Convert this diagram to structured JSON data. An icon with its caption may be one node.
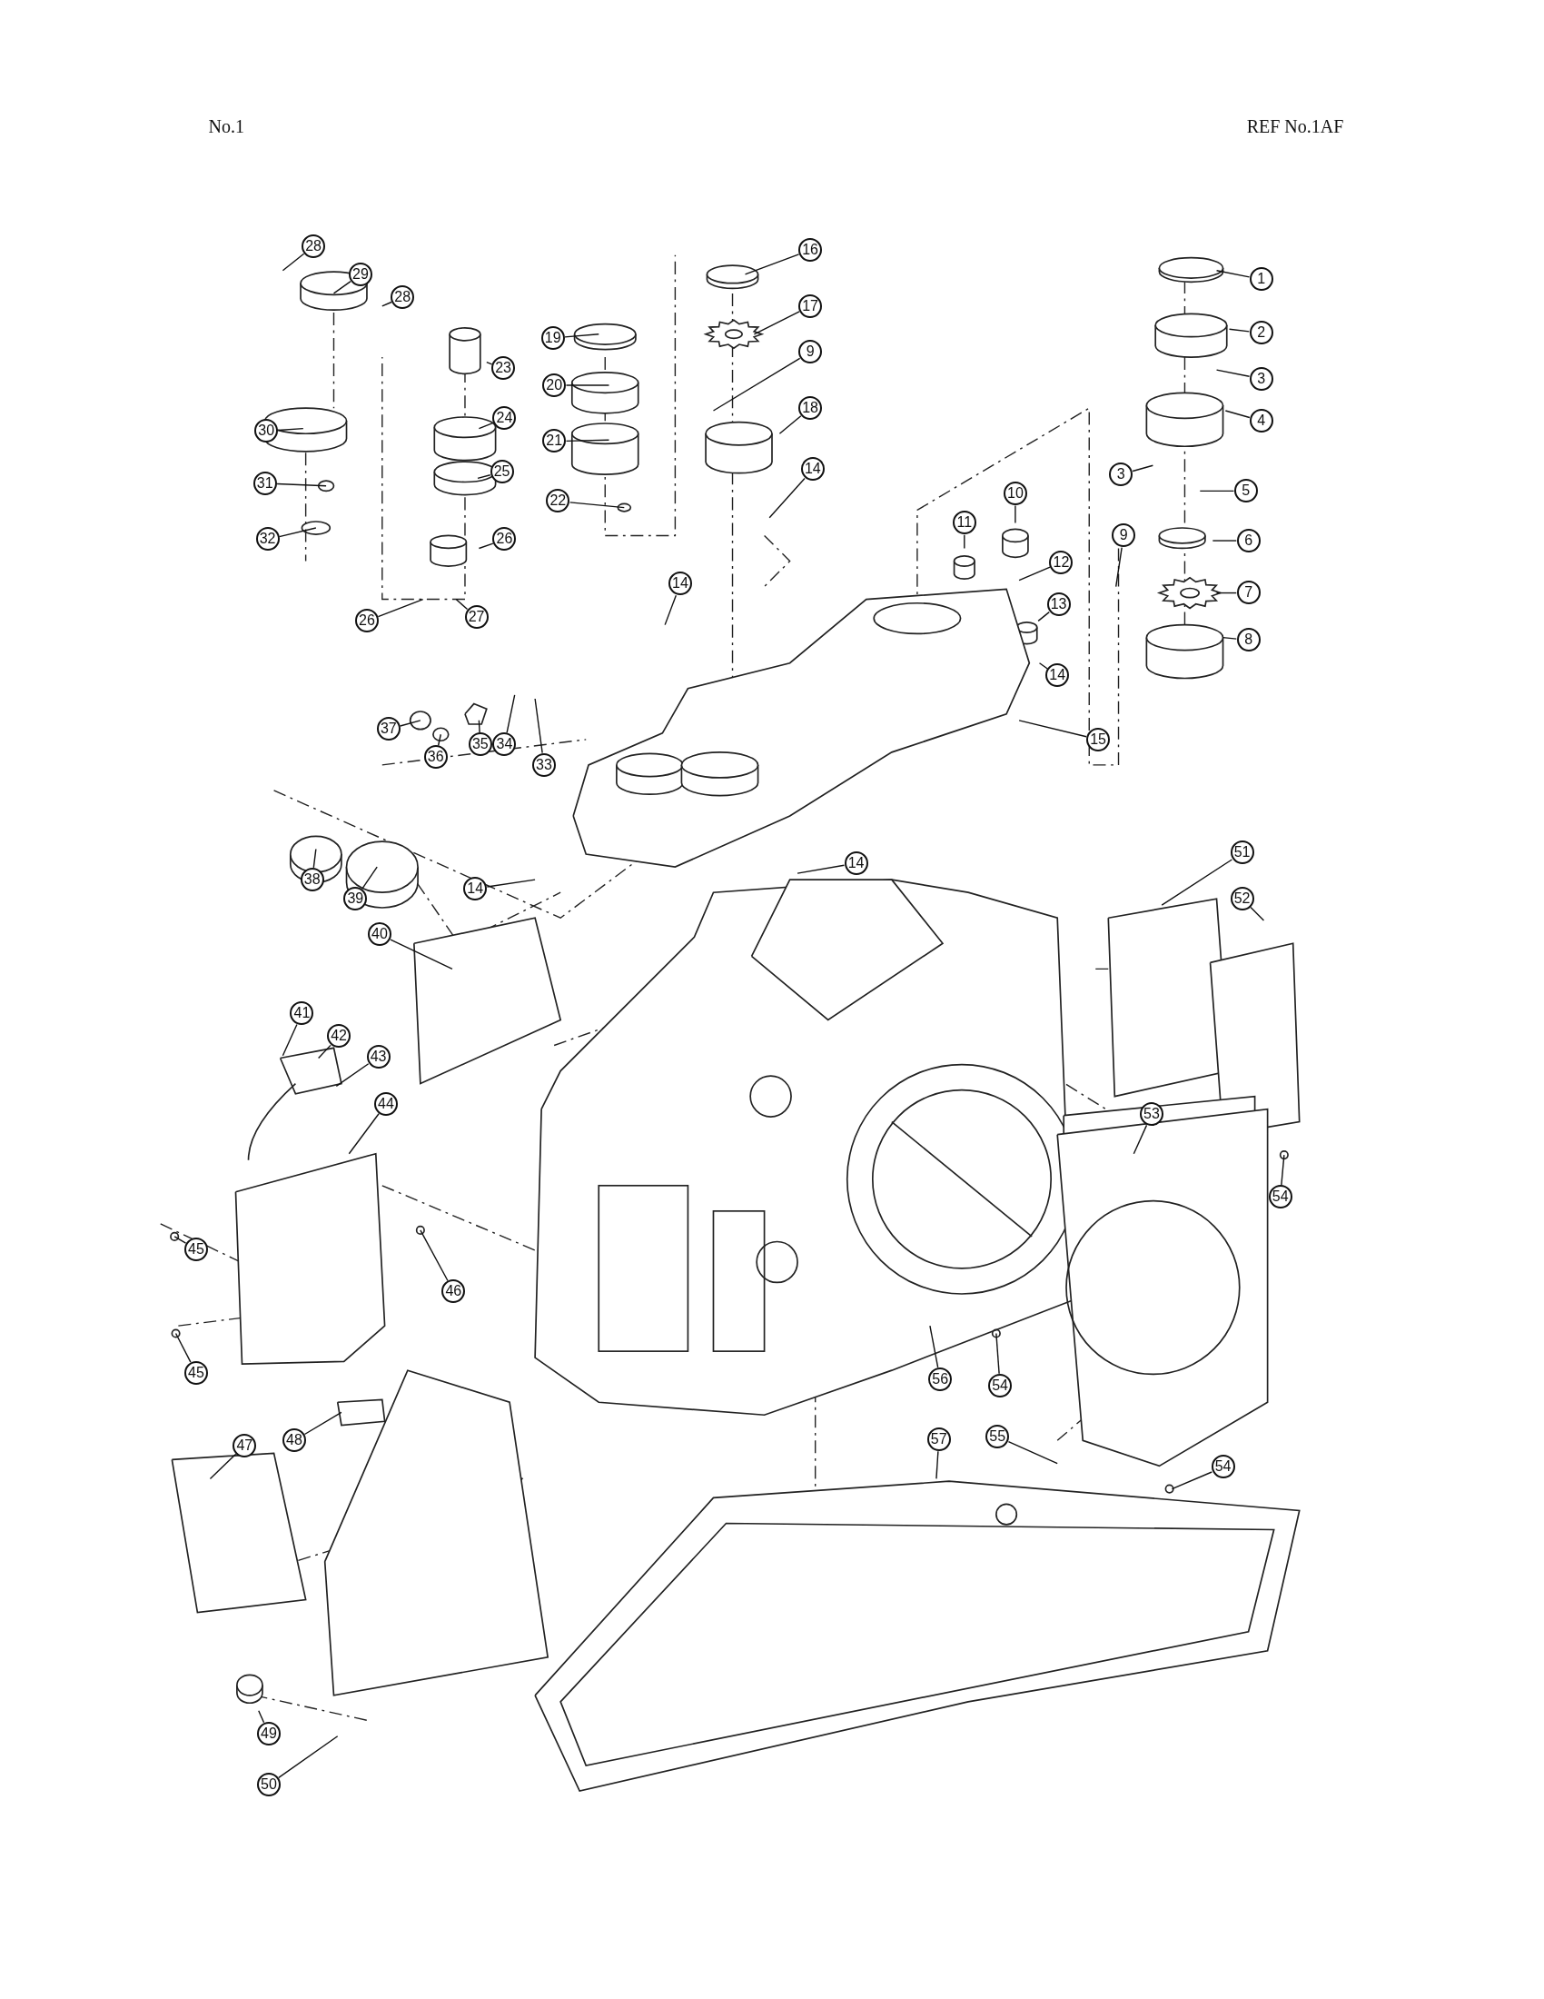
{
  "diagram": {
    "nodes": [
      {
        "text": [
          "28"
        ]
      },
      {
        "text": [
          "16"
        ]
      },
      {
        "text": [
          "29"
        ]
      },
      {
        "text": [
          "1"
        ]
      },
      {
        "text": [
          "28"
        ]
      },
      {
        "text": [
          "17"
        ]
      },
      {
        "text": [
          "2"
        ]
      },
      {
        "text": [
          "19"
        ]
      },
      {
        "text": [
          "9"
        ]
      },
      {
        "text": [
          "23"
        ]
      },
      {
        "text": [
          "3"
        ]
      },
      {
        "text": [
          "20"
        ]
      },
      {
        "text": [
          "18"
        ]
      },
      {
        "text": [
          "24"
        ]
      },
      {
        "text": [
          "4"
        ]
      },
      {
        "text": [
          "30"
        ]
      },
      {
        "text": [
          "21"
        ]
      },
      {
        "text": [
          "14"
        ]
      },
      {
        "text": [
          "25"
        ]
      },
      {
        "text": [
          "3"
        ]
      },
      {
        "text": [
          "31"
        ]
      },
      {
        "text": [
          "5"
        ]
      },
      {
        "text": [
          "10"
        ]
      },
      {
        "text": [
          "22"
        ]
      },
      {
        "text": [
          "11"
        ]
      },
      {
        "text": [
          "9"
        ]
      },
      {
        "text": [
          "32"
        ]
      },
      {
        "text": [
          "26"
        ]
      },
      {
        "text": [
          "6"
        ]
      },
      {
        "text": [
          "12"
        ]
      },
      {
        "text": [
          "14"
        ]
      },
      {
        "text": [
          "7"
        ]
      },
      {
        "text": [
          "13"
        ]
      },
      {
        "text": [
          "27"
        ]
      },
      {
        "text": [
          "26"
        ]
      },
      {
        "text": [
          "8"
        ]
      },
      {
        "text": [
          "14"
        ]
      },
      {
        "text": [
          "37"
        ]
      },
      {
        "text": [
          "15"
        ]
      },
      {
        "text": [
          "35"
        ]
      },
      {
        "text": [
          "34"
        ]
      },
      {
        "text": [
          "36"
        ]
      },
      {
        "text": [
          "33"
        ]
      },
      {
        "text": [
          "51"
        ]
      },
      {
        "text": [
          "14"
        ]
      },
      {
        "text": [
          "38"
        ]
      },
      {
        "text": [
          "14"
        ]
      },
      {
        "text": [
          "39"
        ]
      },
      {
        "text": [
          "52"
        ]
      },
      {
        "text": [
          "40"
        ]
      },
      {
        "text": [
          "41"
        ]
      },
      {
        "text": [
          "42"
        ]
      },
      {
        "text": [
          "43"
        ]
      },
      {
        "text": [
          "44"
        ]
      },
      {
        "text": [
          "53"
        ]
      },
      {
        "text": [
          "54"
        ]
      },
      {
        "text": [
          "45"
        ]
      },
      {
        "text": [
          "46"
        ]
      },
      {
        "text": [
          "45"
        ]
      },
      {
        "text": [
          "56"
        ]
      },
      {
        "text": [
          "54"
        ]
      },
      {
        "text": [
          "55"
        ]
      },
      {
        "text": [
          "57"
        ]
      },
      {
        "text": [
          "48"
        ]
      },
      {
        "text": [
          "47"
        ]
      },
      {
        "text": [
          "54"
        ]
      },
      {
        "text": [
          "49"
        ]
      },
      {
        "text": [
          "50"
        ]
      }
    ],
    "edges": [
      {
        "from": 0,
        "to": null,
        "arrow": "none"
      },
      {
        "from": 1,
        "to": null,
        "arrow": "none"
      },
      {
        "from": 2,
        "to": null,
        "arrow": "none"
      },
      {
        "from": 3,
        "to": null,
        "arrow": "none"
      },
      {
        "from": 4,
        "to": null,
        "arrow": "none"
      },
      {
        "from": 5,
        "to": null,
        "arrow": "none"
      },
      {
        "from": 6,
        "to": null,
        "arrow": "none"
      },
      {
        "from": 7,
        "to": null,
        "arrow": "none"
      },
      {
        "from": 8,
        "to": null,
        "arrow": "none"
      },
      {
        "from": 9,
        "to": null,
        "arrow": "none"
      },
      {
        "from": 10,
        "to": null,
        "arrow": "none"
      },
      {
        "from": 11,
        "to": null,
        "arrow": "none"
      },
      {
        "from": 12,
        "to": null,
        "arrow": "none"
      },
      {
        "from": 13,
        "to": null,
        "arrow": "none"
      },
      {
        "from": 14,
        "to": null,
        "arrow": "none"
      },
      {
        "from": 15,
        "to": null,
        "arrow": "none"
      },
      {
        "from": 16,
        "to": null,
        "arrow": "none"
      },
      {
        "from": 17,
        "to": null,
        "arrow": "none"
      },
      {
        "from": 18,
        "to": null,
        "arrow": "none"
      },
      {
        "from": 19,
        "to": null,
        "arrow": "none"
      },
      {
        "from": 20,
        "to": null,
        "arrow": "none"
      },
      {
        "from": 21,
        "to": null,
        "arrow": "none"
      },
      {
        "from": 22,
        "to": null,
        "arrow": "none"
      },
      {
        "from": 23,
        "to": null,
        "arrow": "none"
      },
      {
        "from": 24,
        "to": null,
        "arrow": "none"
      },
      {
        "from": 25,
        "to": null,
        "arrow": "none"
      },
      {
        "from": 26,
        "to": null,
        "arrow": "none"
      },
      {
        "from": 27,
        "to": null,
        "arrow": "none"
      },
      {
        "from": 28,
        "to": null,
        "arrow": "none"
      },
      {
        "from": 29,
        "to": null,
        "arrow": "none"
      },
      {
        "from": 30,
        "to": null,
        "arrow": "none"
      },
      {
        "from": 31,
        "to": null,
        "arrow": "none"
      },
      {
        "from": 32,
        "to": null,
        "arrow": "none"
      },
      {
        "from": 33,
        "to": null,
        "arrow": "none"
      },
      {
        "from": 34,
        "to": null,
        "arrow": "none"
      },
      {
        "from": 35,
        "to": null,
        "arrow": "none"
      },
      {
        "from": 36,
        "to": null,
        "arrow": "none"
      },
      {
        "from": 37,
        "to": null,
        "arrow": "none"
      },
      {
        "from": 38,
        "to": null,
        "arrow": "none"
      },
      {
        "from": 39,
        "to": null,
        "arrow": "none"
      },
      {
        "from": 40,
        "to": null,
        "arrow": "none"
      },
      {
        "from": 41,
        "to": null,
        "arrow": "none"
      },
      {
        "from": 42,
        "to": null,
        "arrow": "none"
      },
      {
        "from": 43,
        "to": null,
        "arrow": "none"
      },
      {
        "from": 44,
        "to": null,
        "arrow": "none"
      },
      {
        "from": 45,
        "to": null,
        "arrow": "none"
      },
      {
        "from": 46,
        "to": null,
        "arrow": "none"
      },
      {
        "from": 47,
        "to": null,
        "arrow": "none"
      },
      {
        "from": 48,
        "to": null,
        "arrow": "none"
      },
      {
        "from": 49,
        "to": null,
        "arrow": "none"
      },
      {
        "from": 50,
        "to": null,
        "arrow": "none"
      },
      {
        "from": 51,
        "to": null,
        "arrow": "none"
      },
      {
        "from": 52,
        "to": null,
        "arrow": "none"
      },
      {
        "from": 53,
        "to": null,
        "arrow": "none"
      },
      {
        "from": 54,
        "to": null,
        "arrow": "none"
      },
      {
        "from": 55,
        "to": null,
        "arrow": "none"
      },
      {
        "from": 56,
        "to": null,
        "arrow": "none"
      },
      {
        "from": 57,
        "to": null,
        "arrow": "none"
      },
      {
        "from": 58,
        "to": null,
        "arrow": "none"
      },
      {
        "from": 59,
        "to": null,
        "arrow": "none"
      },
      {
        "from": 60,
        "to": null,
        "arrow": "none"
      },
      {
        "from": 61,
        "to": null,
        "arrow": "none"
      },
      {
        "from": 62,
        "to": null,
        "arrow": "none"
      },
      {
        "from": 63,
        "to": null,
        "arrow": "none"
      },
      {
        "from": 64,
        "to": null,
        "arrow": "none"
      },
      {
        "from": 65,
        "to": null,
        "arrow": "none"
      },
      {
        "from": 66,
        "to": null,
        "arrow": "none"
      },
      {
        "from": 67,
        "to": null,
        "arrow": "none"
      }
    ],
    "labels": [
      "No.1",
      "REF No.1AF"
    ]
  }
}
